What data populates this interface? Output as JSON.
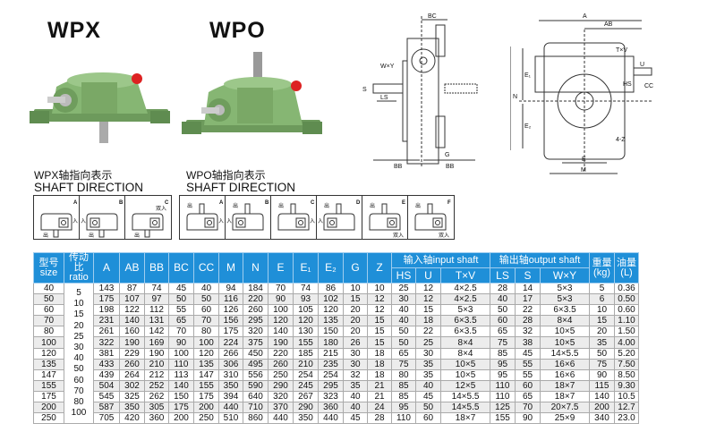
{
  "models": {
    "wpx": "WPX",
    "wpo": "WPO"
  },
  "shaft_direction": {
    "wpx_title": "WPX轴指向表示",
    "wpo_title": "WPO轴指向表示",
    "subtitle": "SHAFT DIRECTION",
    "wpx_cells": [
      {
        "letter": "A",
        "in": "入",
        "out": "出"
      },
      {
        "letter": "B",
        "in": "入",
        "out": "出"
      },
      {
        "letter": "C",
        "in": "双入",
        "out": "出"
      }
    ],
    "wpo_cells": [
      {
        "letter": "A",
        "in": "入",
        "out": "出"
      },
      {
        "letter": "B",
        "in": "入",
        "out": "出"
      },
      {
        "letter": "C",
        "in": "入",
        "out": "出"
      },
      {
        "letter": "D",
        "in": "入",
        "out": "出"
      },
      {
        "letter": "E",
        "in": "双入",
        "out": "出"
      },
      {
        "letter": "F",
        "in": "双入",
        "out": "出"
      }
    ]
  },
  "drawing_labels": {
    "bc": "BC",
    "wxy": "W×Y",
    "s": "S",
    "ls": "LS",
    "bb": "BB",
    "g": "G",
    "a": "A",
    "ab": "AB",
    "txv": "T×V",
    "u": "U",
    "hs": "HS",
    "cc": "CC",
    "n": "N",
    "e1": "E₁",
    "e2": "E₂",
    "z": "4-Z",
    "e": "E",
    "m": "M"
  },
  "table": {
    "h_size": "型号",
    "h_size_en": "size",
    "h_ratio": "传动比",
    "h_ratio_en": "ratio",
    "h_input": "输入轴input shaft",
    "h_output": "输出轴output shaft",
    "h_weight": "重量",
    "h_weight_unit": "(kg)",
    "h_oil": "油量",
    "h_oil_unit": "(L)",
    "cols": [
      "A",
      "AB",
      "BB",
      "BC",
      "CC",
      "M",
      "N",
      "E",
      "E₁",
      "E₂",
      "G",
      "Z"
    ],
    "input_cols": [
      "HS",
      "U",
      "T×V"
    ],
    "output_cols": [
      "LS",
      "S",
      "W×Y"
    ],
    "ratios": [
      "5",
      "10",
      "15",
      "20",
      "25",
      "30",
      "40",
      "50",
      "60",
      "70",
      "80",
      "100"
    ],
    "rows": [
      [
        "40",
        "143",
        "87",
        "74",
        "45",
        "40",
        "94",
        "184",
        "70",
        "74",
        "86",
        "10",
        "10",
        "25",
        "12",
        "4×2.5",
        "28",
        "14",
        "5×3",
        "5",
        "0.36"
      ],
      [
        "50",
        "175",
        "107",
        "97",
        "50",
        "50",
        "116",
        "220",
        "90",
        "93",
        "102",
        "15",
        "12",
        "30",
        "12",
        "4×2.5",
        "40",
        "17",
        "5×3",
        "6",
        "0.50"
      ],
      [
        "60",
        "198",
        "122",
        "112",
        "55",
        "60",
        "126",
        "260",
        "100",
        "105",
        "120",
        "20",
        "12",
        "40",
        "15",
        "5×3",
        "50",
        "22",
        "6×3.5",
        "10",
        "0.60"
      ],
      [
        "70",
        "231",
        "140",
        "131",
        "65",
        "70",
        "156",
        "295",
        "120",
        "120",
        "135",
        "20",
        "15",
        "40",
        "18",
        "6×3.5",
        "60",
        "28",
        "8×4",
        "15",
        "1.10"
      ],
      [
        "80",
        "261",
        "160",
        "142",
        "70",
        "80",
        "175",
        "320",
        "140",
        "130",
        "150",
        "20",
        "15",
        "50",
        "22",
        "6×3.5",
        "65",
        "32",
        "10×5",
        "20",
        "1.50"
      ],
      [
        "100",
        "322",
        "190",
        "169",
        "90",
        "100",
        "224",
        "375",
        "190",
        "155",
        "180",
        "26",
        "15",
        "50",
        "25",
        "8×4",
        "75",
        "38",
        "10×5",
        "35",
        "4.00"
      ],
      [
        "120",
        "381",
        "229",
        "190",
        "100",
        "120",
        "266",
        "450",
        "220",
        "185",
        "215",
        "30",
        "18",
        "65",
        "30",
        "8×4",
        "85",
        "45",
        "14×5.5",
        "50",
        "5.20"
      ],
      [
        "135",
        "433",
        "260",
        "210",
        "110",
        "135",
        "306",
        "495",
        "260",
        "210",
        "235",
        "30",
        "18",
        "75",
        "35",
        "10×5",
        "95",
        "55",
        "16×6",
        "75",
        "7.50"
      ],
      [
        "147",
        "439",
        "264",
        "212",
        "113",
        "147",
        "310",
        "556",
        "250",
        "254",
        "254",
        "32",
        "18",
        "80",
        "35",
        "10×5",
        "95",
        "55",
        "16×6",
        "90",
        "8.50"
      ],
      [
        "155",
        "504",
        "302",
        "252",
        "140",
        "155",
        "350",
        "590",
        "290",
        "245",
        "295",
        "35",
        "21",
        "85",
        "40",
        "12×5",
        "110",
        "60",
        "18×7",
        "115",
        "9.30"
      ],
      [
        "175",
        "545",
        "325",
        "262",
        "150",
        "175",
        "394",
        "640",
        "320",
        "267",
        "323",
        "40",
        "21",
        "85",
        "45",
        "14×5.5",
        "110",
        "65",
        "18×7",
        "140",
        "10.5"
      ],
      [
        "200",
        "587",
        "350",
        "305",
        "175",
        "200",
        "440",
        "710",
        "370",
        "290",
        "360",
        "40",
        "24",
        "95",
        "50",
        "14×5.5",
        "125",
        "70",
        "20×7.5",
        "200",
        "12.7"
      ],
      [
        "250",
        "705",
        "420",
        "360",
        "200",
        "250",
        "510",
        "860",
        "440",
        "350",
        "440",
        "45",
        "28",
        "110",
        "60",
        "18×7",
        "155",
        "90",
        "25×9",
        "340",
        "23.0"
      ]
    ]
  },
  "colors": {
    "header": "#1f8fd8",
    "alt_row": "#ececec",
    "gearbox_green": "#7fae6a"
  }
}
